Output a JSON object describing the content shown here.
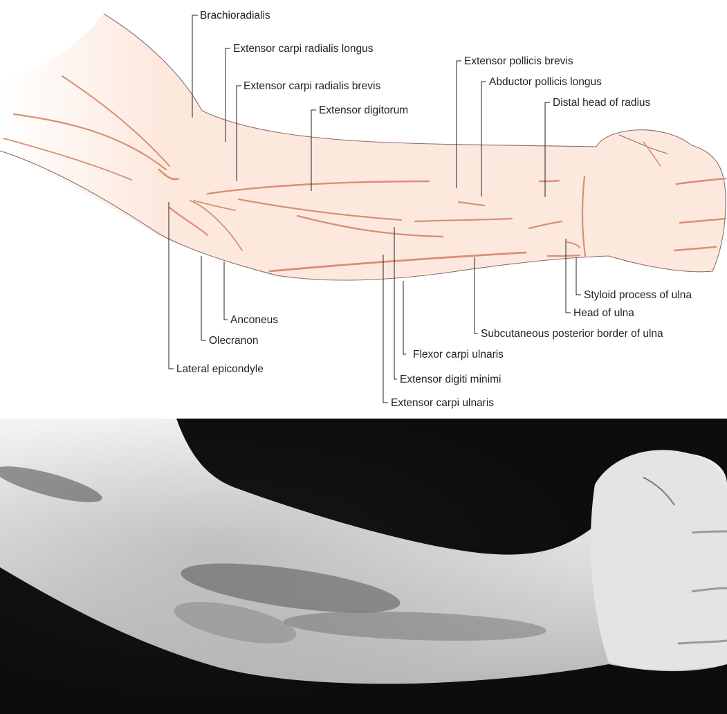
{
  "diagram": {
    "labels": {
      "brachioradialis": "Brachioradialis",
      "ecrl": "Extensor carpi radialis longus",
      "ecrb": "Extensor carpi radialis brevis",
      "extensor_digitorum": "Extensor digitorum",
      "epb": "Extensor pollicis brevis",
      "apl": "Abductor pollicis longus",
      "distal_head_radius": "Distal head of radius",
      "styloid_ulna": "Styloid process of ulna",
      "head_ulna": "Head of ulna",
      "subcutaneous_border": "Subcutaneous posterior border of ulna",
      "anconeus": "Anconeus",
      "olecranon": "Olecranon",
      "fcu": "Flexor carpi ulnaris",
      "lateral_epicondyle": "Lateral epicondyle",
      "edm": "Extensor digiti minimi",
      "ecu": "Extensor carpi ulnaris"
    },
    "colors": {
      "skin_fill": "#fde8de",
      "groove": "#d88f74",
      "outline": "#8a6e6a",
      "text": "#231f20"
    }
  },
  "photo": {
    "description_icon": "forearm-photograph",
    "colors": {
      "background": "#0d0d0d",
      "skin_light": "#e9e9e9",
      "skin_shadow": "#6a6a6a"
    }
  }
}
